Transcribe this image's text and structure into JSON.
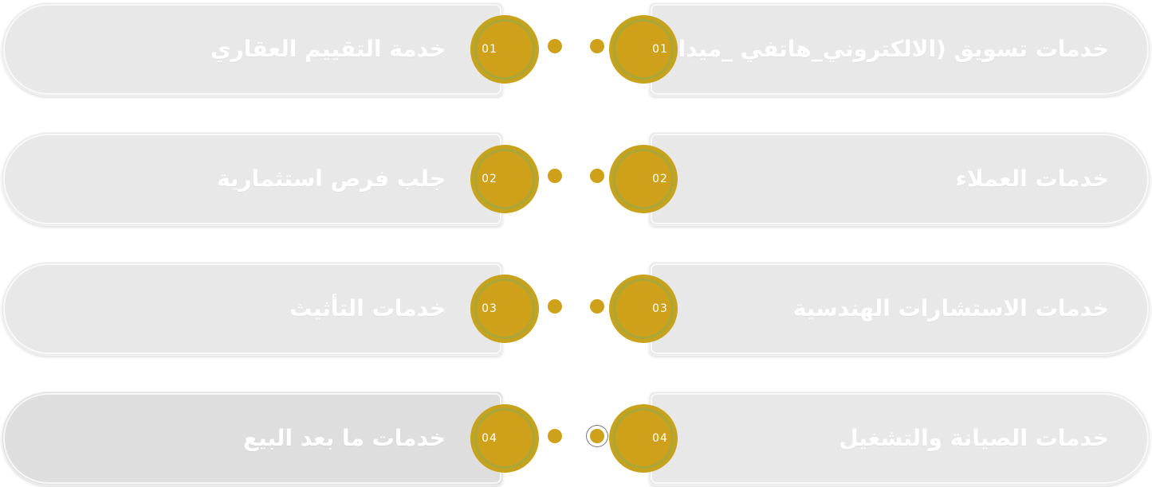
{
  "accent_color": "#cfa11a",
  "card_color": "#e8e8e8",
  "rows": [
    {
      "number": "01",
      "left_label": "خدمة التقييم العقاري",
      "right_label": "خدمات تسويق (الالكتروني_هاتفي _ميداني)"
    },
    {
      "number": "02",
      "left_label": "جلب فرص استثمارية",
      "right_label": "خدمات العملاء"
    },
    {
      "number": "03",
      "left_label": "خدمات التأثيث",
      "right_label": "خدمات الاستشارات الهندسية"
    },
    {
      "number": "04",
      "left_label": "خدمات ما بعد البيع",
      "right_label": "خدمات الصيانة والتشغيل"
    }
  ]
}
